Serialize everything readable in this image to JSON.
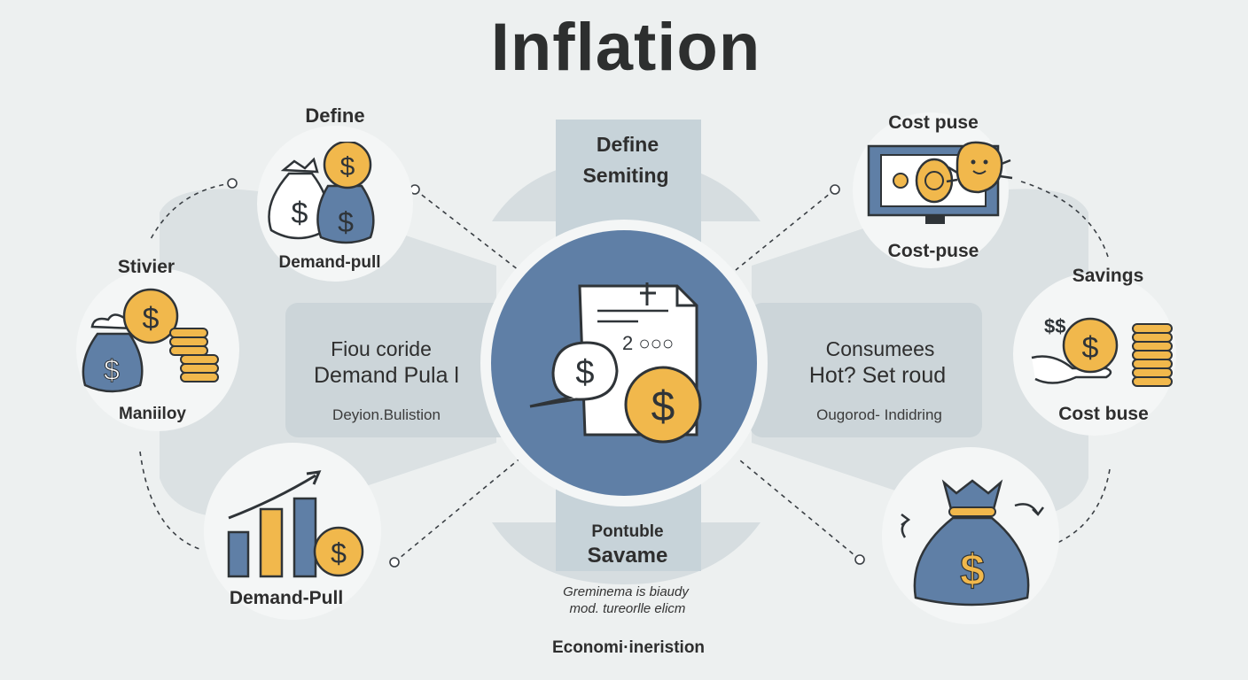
{
  "title": "Inflation",
  "top_nodes": {
    "left": {
      "title": "Define",
      "caption": "Demand-pull"
    },
    "right": {
      "title": "Cost puse",
      "caption": "Cost-puse"
    }
  },
  "side_nodes": {
    "left": {
      "title": "Stivier",
      "caption": "Maniiloy"
    },
    "right": {
      "title": "Savings",
      "caption": "Cost buse"
    }
  },
  "bottom_nodes": {
    "left": {
      "caption": "Demand-Pull"
    },
    "right": {
      "caption": ""
    }
  },
  "center_column": {
    "top_line1": "Define",
    "top_line2": "Semiting",
    "bottom_line1": "Pontuble",
    "bottom_line2": "Savame",
    "note_line1": "Greminema is biaudy",
    "note_line2": "mod. tureorlle elicm",
    "footer": "Economi·ineristion"
  },
  "left_panel": {
    "line1": "Fiou coride",
    "line2": "Demand Pula l",
    "sub": "Deyion.Bulistion"
  },
  "right_panel": {
    "line1": "Consumees",
    "line2": "Hot? Set roud",
    "sub": "Ougorod- Indidring"
  },
  "center_icon": {
    "number_text": "2 ○○○",
    "symbol": "$"
  },
  "icons": {
    "currency_symbol": "$",
    "small_currency": "$$"
  },
  "colors": {
    "navy": "#5f7fa6",
    "gold": "#f1b84c",
    "panel": "#c9d2d6",
    "outline": "#2f3438",
    "bg": "#edf0f0"
  }
}
